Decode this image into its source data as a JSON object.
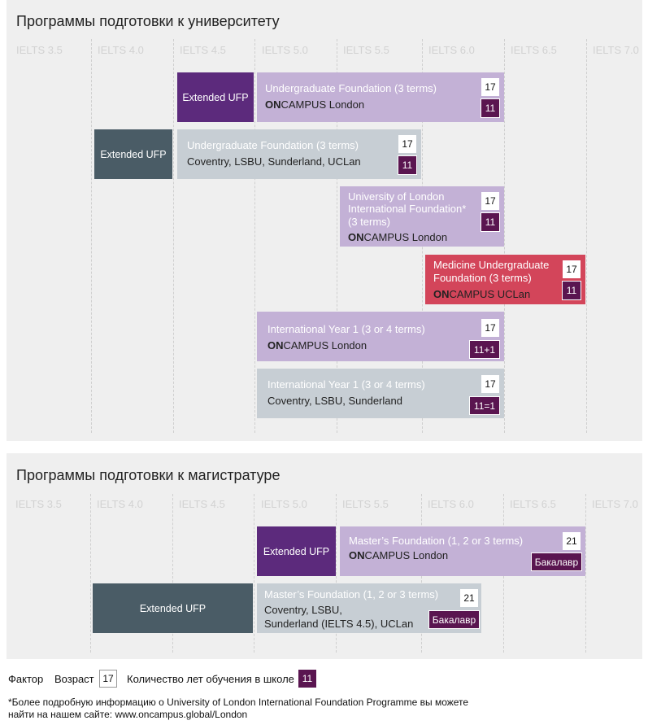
{
  "colors": {
    "lilac": "#c3b1d6",
    "purple": "#5c2a7c",
    "slate": "#4a5c66",
    "grey": "#c7ced4",
    "red": "#d3455a",
    "years": "#5a1550",
    "panel": "#efefef"
  },
  "ielts_labels": [
    "IELTS 3.5",
    "IELTS 4.0",
    "IELTS 4.5",
    "IELTS 5.0",
    "IELTS 5.5",
    "IELTS 6.0",
    "IELTS 6.5",
    "IELTS 7.0"
  ],
  "university": {
    "title": "Программы подготовки к университету",
    "programs": [
      {
        "tag": "Extended UFP",
        "title": "Undergraduate Foundation (3 terms)",
        "bold": "ON",
        "rest": "CAMPUS London",
        "age": "17",
        "years": "11"
      },
      {
        "tag": "Extended UFP",
        "title": "Undergraduate Foundation (3 terms)",
        "loc": "Coventry, LSBU, Sunderland, UCLan",
        "age": "17",
        "years": "11"
      },
      {
        "title_lines": [
          "University of London",
          "International Foundation*",
          "(3 terms)"
        ],
        "bold": "ON",
        "rest": "CAMPUS London",
        "age": "17",
        "years": "11"
      },
      {
        "title_lines": [
          "Medicine Undergraduate",
          "Foundation (3 terms)"
        ],
        "bold": "ON",
        "rest": "CAMPUS UCLan",
        "age": "17",
        "years": "11"
      },
      {
        "title": "International Year 1 (3 or 4 terms)",
        "bold": "ON",
        "rest": "CAMPUS London",
        "age": "17",
        "years": "11+1"
      },
      {
        "title": "International Year 1 (3 or 4 terms)",
        "loc": "Coventry, LSBU, Sunderland",
        "age": "17",
        "years": "11=1"
      }
    ]
  },
  "masters": {
    "title": "Программы подготовки к магистратуре",
    "programs": [
      {
        "tag": "Extended UFP",
        "title": "Master’s Foundation (1, 2 or 3 terms)",
        "bold": "ON",
        "rest": "CAMPUS London",
        "age": "21",
        "years": "Бакалавр"
      },
      {
        "tag": "Extended UFP",
        "title": "Master’s Foundation (1, 2 or 3 terms)",
        "loc_lines": [
          "Coventry, LSBU,",
          "Sunderland (IELTS 4.5), UCLan"
        ],
        "age": "21",
        "years": "Бакалавр"
      }
    ]
  },
  "legend": {
    "factor": "Фактор",
    "age_label": "Возраст",
    "age_value": "17",
    "years_label": "Количество лет обучения в школе",
    "years_value": "11"
  },
  "footnote": [
    "*Более подробную информацию о University of London International Foundation Programme  вы можете",
    "найти на нашем сайте: www.oncampus.global/London"
  ]
}
